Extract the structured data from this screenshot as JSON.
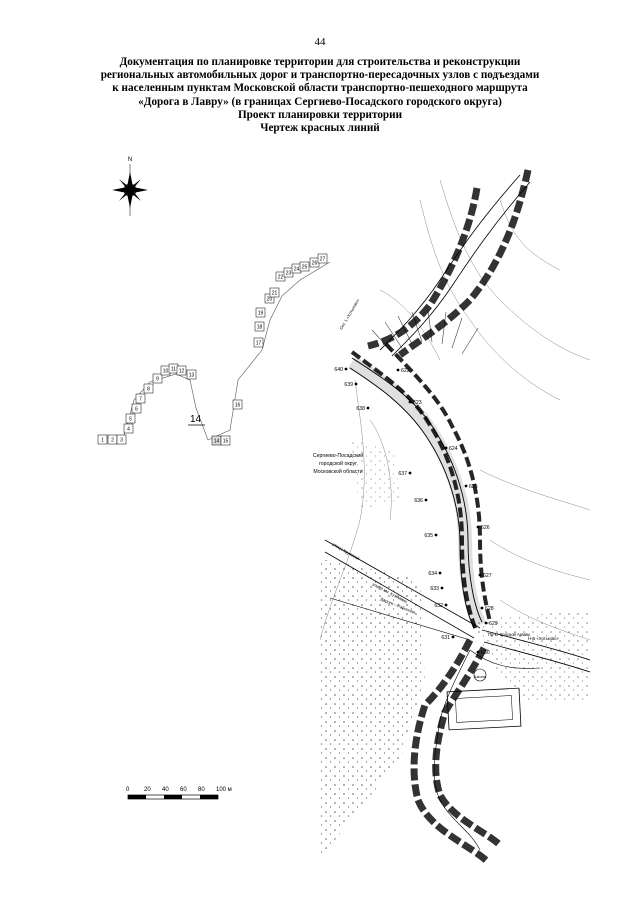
{
  "page_number": "44",
  "title_lines": [
    "Документация по планировке территории для строительства и реконструкции",
    "региональных автомобильных дорог и транспортно-пересадочных узлов с подъездами",
    "к населенным пунктам Московской области транспортно-пешеходного маршрута",
    "«Дорога в Лавру» (в границах Сергиево-Посадского городского округа)",
    "Проект планировки территории",
    "Чертеж красных линий"
  ],
  "compass": {
    "north_label": "N"
  },
  "overview": {
    "sheet_numbers": [
      "1",
      "2",
      "3",
      "4",
      "5",
      "6",
      "7",
      "8",
      "9",
      "10",
      "11",
      "12",
      "13",
      "14",
      "15",
      "16",
      "17",
      "18",
      "19",
      "20",
      "21",
      "22",
      "23",
      "24",
      "25",
      "26",
      "27"
    ],
    "current_sheet": "14"
  },
  "map": {
    "area_label": [
      "Сергиево-Посадский",
      "городской округ",
      "Московской области"
    ],
    "street_labels": [
      "улица Крупской",
      "улица им. Кузьмина",
      "Дороги – Районная",
      "Пр-кт Красной Армии",
      "Н-В «Хотьково»",
      "Окт. 1 «Хотьково»"
    ],
    "building_label": "Школа",
    "point_labels": {
      "left": [
        "640",
        "639",
        "638",
        "637",
        "636",
        "635",
        "634",
        "633",
        "632",
        "631"
      ],
      "right": [
        "622",
        "623",
        "624",
        "625",
        "626",
        "627",
        "628",
        "629",
        "630"
      ]
    }
  },
  "scale_bar": {
    "ticks": [
      "0",
      "20",
      "40",
      "60",
      "80",
      "100 м"
    ]
  }
}
